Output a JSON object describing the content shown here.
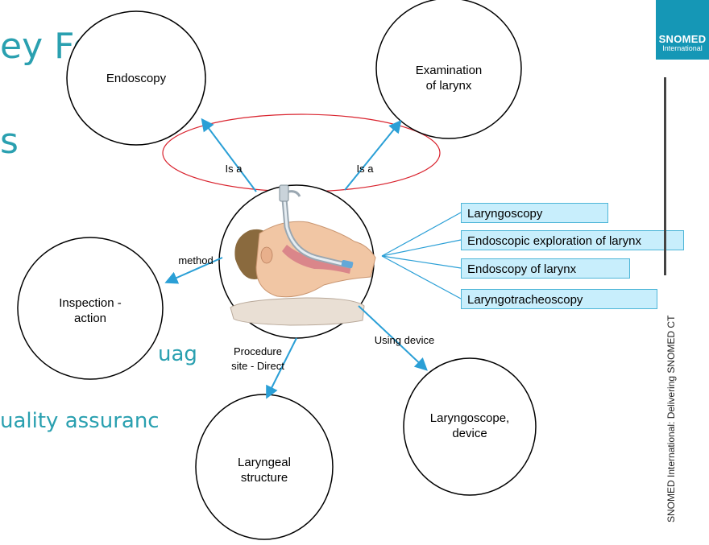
{
  "background": {
    "line1": "ey Fe",
    "line2": "s",
    "line3": "uag",
    "line4": "uality assuranc"
  },
  "logo": {
    "brand": "SNOMED",
    "sub": "International"
  },
  "footer": "SNOMED International: Delivering SNOMED CT",
  "nodes": {
    "endoscopy": "Endoscopy",
    "exam_larynx_l1": "Examination",
    "exam_larynx_l2": "of larynx",
    "inspection_l1": "Inspection -",
    "inspection_l2": "action",
    "laryngeal_l1": "Laryngeal",
    "laryngeal_l2": "structure",
    "laryngoscope_l1": "Laryngoscope,",
    "laryngoscope_l2": "device"
  },
  "edges": {
    "is_a_left": "Is a",
    "is_a_right": "Is a",
    "method": "method",
    "procedure_site_l1": "Procedure",
    "procedure_site_l2": "site - Direct",
    "using_device": "Using device"
  },
  "synonyms": [
    "Laryngoscopy",
    "Endoscopic exploration of larynx",
    "Endoscopy of larynx",
    "Laryngotracheoscopy"
  ],
  "colors": {
    "accent": "#2aa0b0",
    "arrow": "#2a9fd6",
    "ellipse": "#d9232e",
    "box_fill": "#c8eefc",
    "box_border": "#4fb6d8",
    "logo_bg": "#1597b6"
  }
}
